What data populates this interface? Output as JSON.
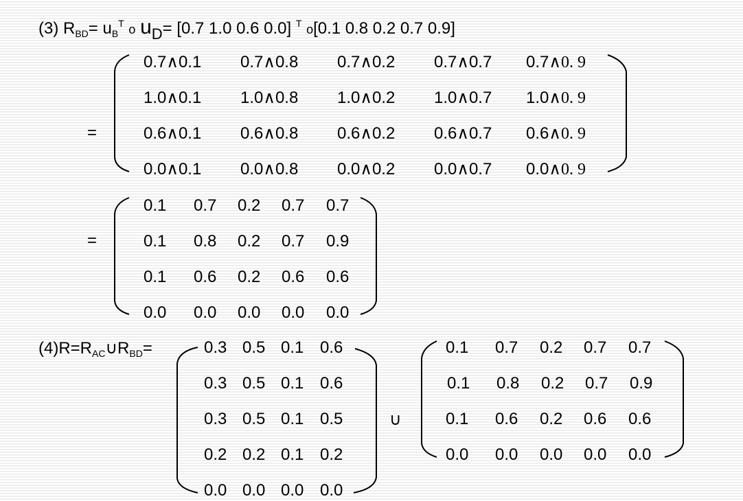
{
  "step3": {
    "label": "(3) R",
    "sub_bd": "BD",
    "eq_u": "= u",
    "sub_b": "B",
    "sup_t1": "T",
    "compose1": "o",
    "u_big": "u",
    "sub_d": "D",
    "vector_expr": "= [0.7  1.0  0.6  0.0] ",
    "sup_t2": "T",
    "compose2": "o",
    "vector_expr2": "[0.1  0.8  0.2  0.7  0.9]"
  },
  "equals_sign": "=",
  "min_matrix": {
    "op": "∧",
    "rows": [
      [
        [
          "0.7",
          "0.1"
        ],
        [
          "0.7",
          "0.8"
        ],
        [
          "0.7",
          "0.2"
        ],
        [
          "0.7",
          "0.7"
        ],
        [
          "0.7",
          "0. 9"
        ]
      ],
      [
        [
          "1.0",
          "0.1"
        ],
        [
          "1.0",
          "0.8"
        ],
        [
          "1.0",
          "0.2"
        ],
        [
          "1.0",
          "0.7"
        ],
        [
          "1.0",
          "0. 9"
        ]
      ],
      [
        [
          "0.6",
          "0.1"
        ],
        [
          "0.6",
          "0.8"
        ],
        [
          "0.6",
          "0.2"
        ],
        [
          "0.6",
          "0.7"
        ],
        [
          "0.6",
          "0. 9"
        ]
      ],
      [
        [
          "0.0",
          "0.1"
        ],
        [
          "0.0",
          "0.8"
        ],
        [
          "0.0",
          "0.2"
        ],
        [
          "0.0",
          "0.7"
        ],
        [
          "0.0",
          "0. 9"
        ]
      ]
    ]
  },
  "result_matrix": {
    "rows": [
      [
        "0.1",
        "0.7",
        "0.2",
        "0.7",
        "0.7"
      ],
      [
        "0.1",
        "0.8",
        "0.2",
        "0.7",
        "0.9"
      ],
      [
        "0.1",
        "0.6",
        "0.2",
        "0.6",
        "0.6"
      ],
      [
        "0.0",
        "0.0",
        "0.0",
        "0.0",
        "0.0"
      ]
    ]
  },
  "step4": {
    "label": "(4)R=R",
    "sub_ac": "AC",
    "union": "∪",
    "r": "R",
    "sub_bd": "BD",
    "eq": "="
  },
  "rac_matrix": {
    "rows": [
      [
        "0.3",
        "0.5",
        "0.1",
        "0.6"
      ],
      [
        "0.3",
        "0.5",
        "0.1",
        "0.6"
      ],
      [
        "0.3",
        "0.5",
        "0.1",
        "0.5"
      ],
      [
        "0.2",
        "0.2",
        "0.1",
        "0.2"
      ],
      [
        "0.0",
        "0.0",
        "0.0",
        "0.0"
      ]
    ]
  },
  "union_symbol": "∪",
  "rbd_matrix": {
    "rows": [
      [
        "0.1",
        "0.7",
        "0.2",
        "0.7",
        "0.7"
      ],
      [
        "0.1",
        "0.8",
        "0.2",
        "0.7",
        "0.9"
      ],
      [
        "0.1",
        "0.6",
        "0.2",
        "0.6",
        "0.6"
      ],
      [
        "0.0",
        "0.0",
        "0.0",
        "0.0",
        "0.0"
      ]
    ]
  }
}
